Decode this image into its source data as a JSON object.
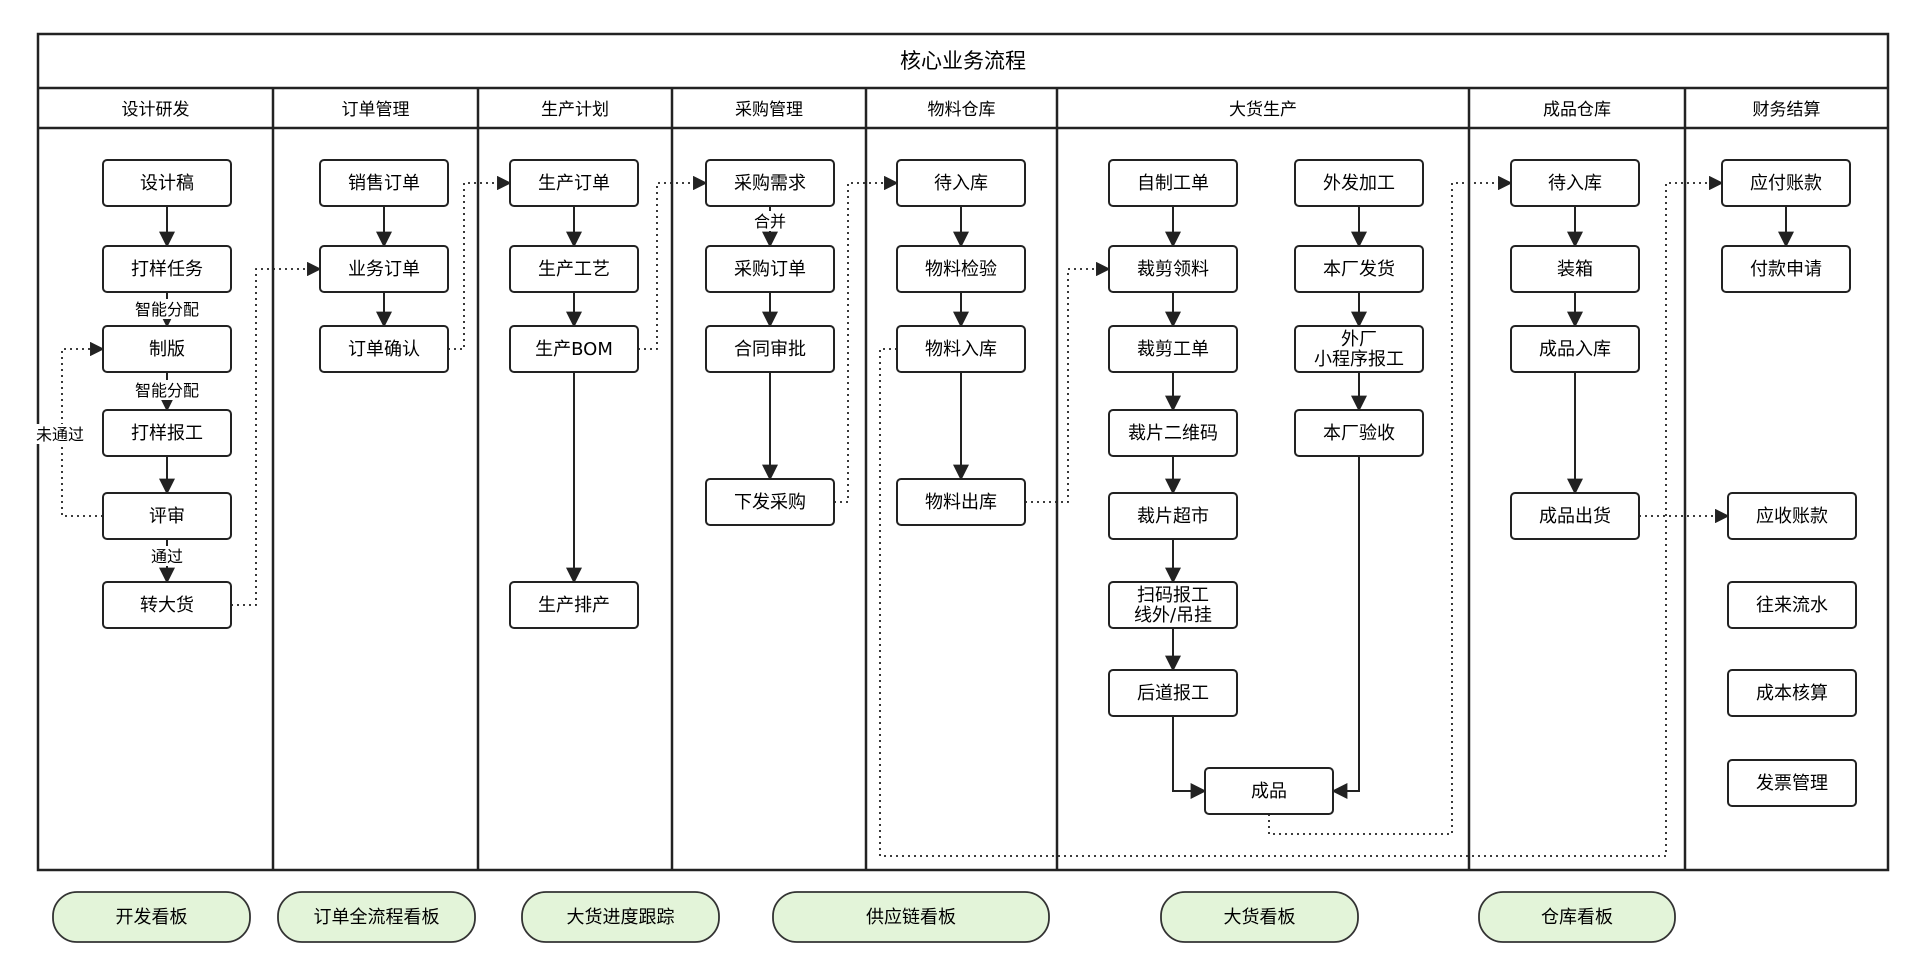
{
  "title": "核心业务流程",
  "lanes": [
    {
      "id": "design",
      "label": "设计研发"
    },
    {
      "id": "order",
      "label": "订单管理"
    },
    {
      "id": "plan",
      "label": "生产计划"
    },
    {
      "id": "purchase",
      "label": "采购管理"
    },
    {
      "id": "material",
      "label": "物料仓库"
    },
    {
      "id": "bulk",
      "label": "大货生产"
    },
    {
      "id": "finished",
      "label": "成品仓库"
    },
    {
      "id": "finance",
      "label": "财务结算"
    }
  ],
  "nodes": [
    {
      "id": "d1",
      "lines": [
        "设计稿"
      ]
    },
    {
      "id": "d2",
      "lines": [
        "打样任务"
      ]
    },
    {
      "id": "d3",
      "lines": [
        "制版"
      ]
    },
    {
      "id": "d4",
      "lines": [
        "打样报工"
      ]
    },
    {
      "id": "d5",
      "lines": [
        "评审"
      ]
    },
    {
      "id": "d6",
      "lines": [
        "转大货"
      ]
    },
    {
      "id": "o1",
      "lines": [
        "销售订单"
      ]
    },
    {
      "id": "o2",
      "lines": [
        "业务订单"
      ]
    },
    {
      "id": "o3",
      "lines": [
        "订单确认"
      ]
    },
    {
      "id": "p1",
      "lines": [
        "生产订单"
      ]
    },
    {
      "id": "p2",
      "lines": [
        "生产工艺"
      ]
    },
    {
      "id": "p3",
      "lines": [
        "生产BOM"
      ]
    },
    {
      "id": "p4",
      "lines": [
        "生产排产"
      ]
    },
    {
      "id": "c1",
      "lines": [
        "采购需求"
      ]
    },
    {
      "id": "c2",
      "lines": [
        "采购订单"
      ]
    },
    {
      "id": "c3",
      "lines": [
        "合同审批"
      ]
    },
    {
      "id": "c4",
      "lines": [
        "下发采购"
      ]
    },
    {
      "id": "m1",
      "lines": [
        "待入库"
      ]
    },
    {
      "id": "m2",
      "lines": [
        "物料检验"
      ]
    },
    {
      "id": "m3",
      "lines": [
        "物料入库"
      ]
    },
    {
      "id": "m4",
      "lines": [
        "物料出库"
      ]
    },
    {
      "id": "b1",
      "lines": [
        "自制工单"
      ]
    },
    {
      "id": "b2",
      "lines": [
        "裁剪领料"
      ]
    },
    {
      "id": "b3",
      "lines": [
        "裁剪工单"
      ]
    },
    {
      "id": "b4",
      "lines": [
        "裁片二维码"
      ]
    },
    {
      "id": "b5",
      "lines": [
        "裁片超市"
      ]
    },
    {
      "id": "b6",
      "lines": [
        "扫码报工",
        "线外/吊挂"
      ]
    },
    {
      "id": "b7",
      "lines": [
        "后道报工"
      ]
    },
    {
      "id": "b8",
      "lines": [
        "成品"
      ]
    },
    {
      "id": "e1",
      "lines": [
        "外发加工"
      ]
    },
    {
      "id": "e2",
      "lines": [
        "本厂发货"
      ]
    },
    {
      "id": "e3",
      "lines": [
        "外厂",
        "小程序报工"
      ]
    },
    {
      "id": "e4",
      "lines": [
        "本厂验收"
      ]
    },
    {
      "id": "f1",
      "lines": [
        "待入库"
      ]
    },
    {
      "id": "f2",
      "lines": [
        "装箱"
      ]
    },
    {
      "id": "f3",
      "lines": [
        "成品入库"
      ]
    },
    {
      "id": "f4",
      "lines": [
        "成品出货"
      ]
    },
    {
      "id": "s1",
      "lines": [
        "应付账款"
      ]
    },
    {
      "id": "s2",
      "lines": [
        "付款申请"
      ]
    },
    {
      "id": "s3",
      "lines": [
        "应收账款"
      ]
    },
    {
      "id": "s4",
      "lines": [
        "往来流水"
      ]
    },
    {
      "id": "s5",
      "lines": [
        "成本核算"
      ]
    },
    {
      "id": "s6",
      "lines": [
        "发票管理"
      ]
    }
  ],
  "edge_labels": {
    "smart_assign_1": "智能分配",
    "smart_assign_2": "智能分配",
    "not_passed": "未通过",
    "passed": "通过",
    "merge": "合并"
  },
  "dashboards": [
    {
      "id": "dev",
      "label": "开发看板"
    },
    {
      "id": "order",
      "label": "订单全流程看板"
    },
    {
      "id": "progress",
      "label": "大货进度跟踪"
    },
    {
      "id": "supply",
      "label": "供应链看板"
    },
    {
      "id": "bulk",
      "label": "大货看板"
    },
    {
      "id": "warehouse",
      "label": "仓库看板"
    }
  ],
  "colors": {
    "line": "#222222",
    "box_fill": "#ffffff",
    "dashboard_fill": "#e3f4d9",
    "dashboard_stroke": "#333333"
  }
}
